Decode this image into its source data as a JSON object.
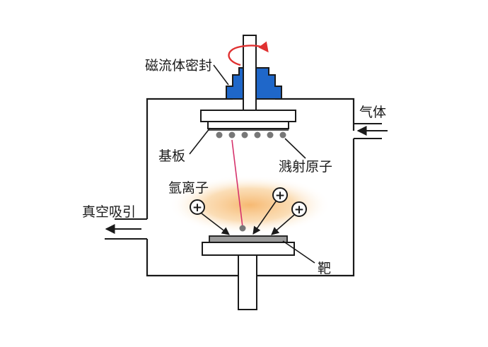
{
  "labels": {
    "ferrofluid_seal": "磁流体密封",
    "gas": "气体",
    "substrate": "基板",
    "sputtered_atoms": "溅射原子",
    "argon_ions": "氩离子",
    "vacuum_pump": "真空吸引",
    "target": "靶"
  },
  "ions": {
    "symbol": "+"
  },
  "colors": {
    "line": "#1a1a1a",
    "seal": "#1f67c9",
    "target": "#9a9a9a",
    "plasma": "#f6b56a",
    "atom": "#777777",
    "trajectory": "#d6336c",
    "rotation": "#e03131"
  }
}
